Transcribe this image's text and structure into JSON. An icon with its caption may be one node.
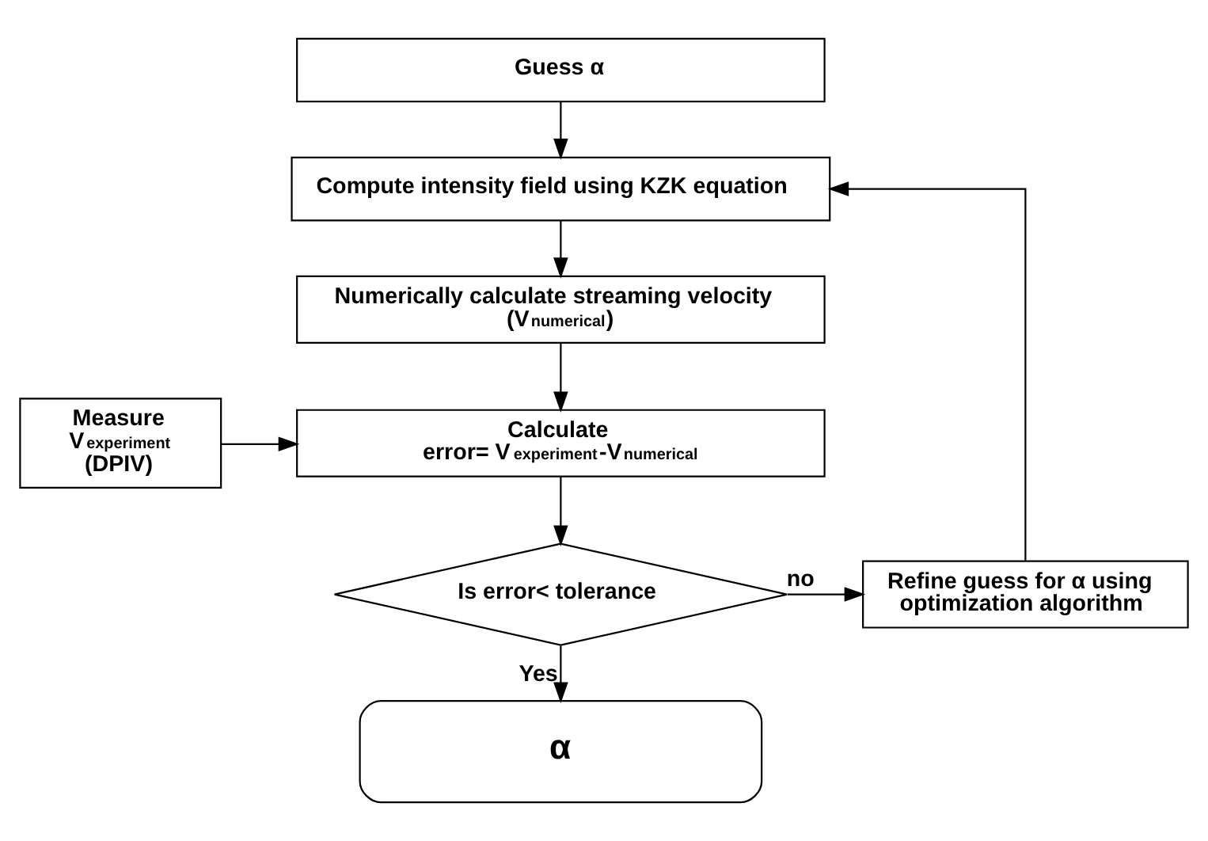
{
  "diagram": {
    "nodes": [
      {
        "text": [
          "Guess α"
        ]
      },
      {
        "text": [
          "Compute intensity field using KZK equation"
        ]
      },
      {
        "text": [
          "Numerically calculate streaming velocity (V$_{numerical}$)"
        ]
      },
      {
        "text": [
          "Measure V$_{experiment}$ (DPIV)"
        ]
      },
      {
        "text": [
          "Calculate",
          "error= V$_{experiment}$-V$_{numerical}$"
        ]
      },
      {
        "text": [
          "Is error< tolerance"
        ]
      },
      {
        "text": [
          "α"
        ]
      },
      {
        "text": [
          "Refine guess for α using optimization algorithm"
        ]
      }
    ],
    "edges": [
      {
        "from": 0,
        "to": 1,
        "arrow": "to"
      },
      {
        "from": 1,
        "to": 2,
        "arrow": "to"
      },
      {
        "from": 2,
        "to": 4,
        "arrow": "to"
      },
      {
        "from": 3,
        "to": 4,
        "arrow": "to"
      },
      {
        "from": 4,
        "to": 5,
        "arrow": "to"
      },
      {
        "from": 5,
        "to": 6,
        "arrow": "to",
        "label": "Yes"
      },
      {
        "from": 5,
        "to": 7,
        "arrow": "to",
        "label": "no"
      },
      {
        "from": 7,
        "to": 1,
        "arrow": "to"
      }
    ]
  }
}
